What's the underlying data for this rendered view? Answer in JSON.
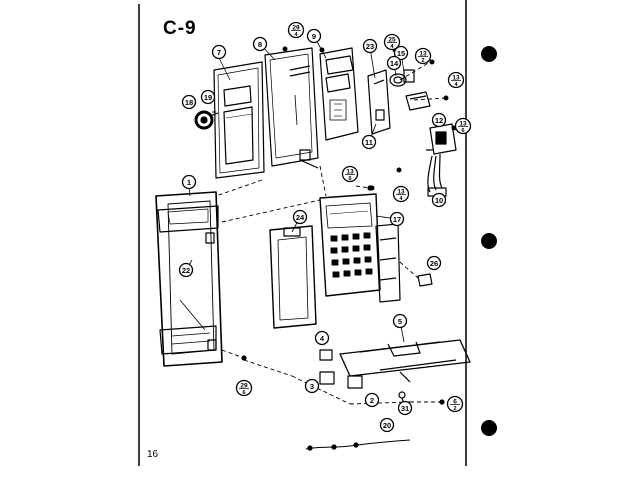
{
  "diagram": {
    "title": "C-9",
    "page_number": "16",
    "callouts": [
      {
        "id": "c7",
        "label": "7"
      },
      {
        "id": "c8",
        "label": "8"
      },
      {
        "id": "c29a",
        "label": "29",
        "sub": "4"
      },
      {
        "id": "c9",
        "label": "9"
      },
      {
        "id": "c23",
        "label": "23"
      },
      {
        "id": "c25a",
        "label": "25",
        "sub": "4"
      },
      {
        "id": "c15",
        "label": "15"
      },
      {
        "id": "c14",
        "label": "14"
      },
      {
        "id": "c13a",
        "label": "13",
        "sub": "2"
      },
      {
        "id": "c13b",
        "label": "13",
        "sub": "4"
      },
      {
        "id": "c18",
        "label": "18"
      },
      {
        "id": "c19",
        "label": "19"
      },
      {
        "id": "c11",
        "label": "11"
      },
      {
        "id": "c12",
        "label": "12"
      },
      {
        "id": "c13c",
        "label": "13",
        "sub": "6"
      },
      {
        "id": "c13d",
        "label": "13",
        "sub": "4"
      },
      {
        "id": "c10",
        "label": "10"
      },
      {
        "id": "c13e",
        "label": "13",
        "sub": "6"
      },
      {
        "id": "c1",
        "label": "1"
      },
      {
        "id": "c24",
        "label": "24"
      },
      {
        "id": "c17",
        "label": "17"
      },
      {
        "id": "c22",
        "label": "22"
      },
      {
        "id": "c26",
        "label": "26"
      },
      {
        "id": "c4",
        "label": "4"
      },
      {
        "id": "c5",
        "label": "5"
      },
      {
        "id": "c3",
        "label": "3"
      },
      {
        "id": "c2",
        "label": "2"
      },
      {
        "id": "c31",
        "label": "31"
      },
      {
        "id": "c6",
        "label": "6",
        "sub": "2"
      },
      {
        "id": "c29b",
        "label": "29",
        "sub": "6"
      },
      {
        "id": "c20",
        "label": "20"
      }
    ]
  },
  "colors": {
    "ink": "#000000",
    "paper": "#ffffff"
  }
}
